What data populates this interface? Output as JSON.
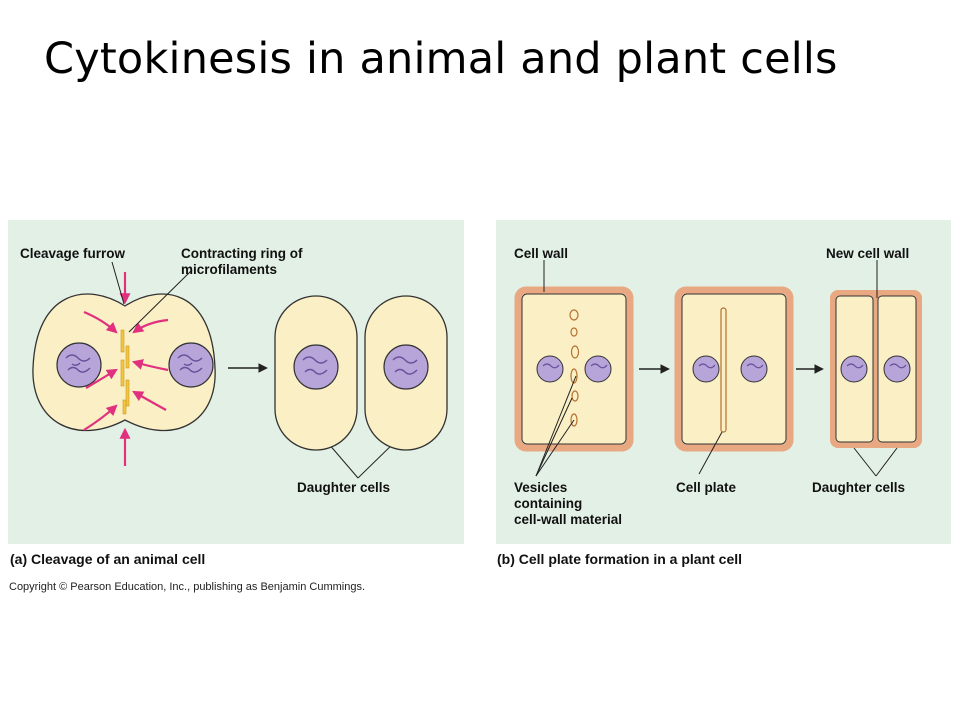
{
  "title": "Cytokinesis in animal and plant cells",
  "panel_a": {
    "label_cleavage_furrow": "Cleavage furrow",
    "label_ring_line1": "Contracting ring of",
    "label_ring_line2": "microfilaments",
    "label_daughter_cells": "Daughter cells",
    "caption": "(a)  Cleavage of an animal cell"
  },
  "panel_b": {
    "label_cell_wall": "Cell wall",
    "label_new_cell_wall": "New cell wall",
    "label_vesicles_line1": "Vesicles",
    "label_vesicles_line2": "containing",
    "label_vesicles_line3": "cell-wall material",
    "label_cell_plate": "Cell plate",
    "label_daughter_cells": "Daughter cells",
    "caption": "(b)  Cell plate formation in a plant cell"
  },
  "copyright": "Copyright © Pearson Education, Inc., publishing as Benjamin Cummings.",
  "colors": {
    "panel_bg": "#e3f0e5",
    "cytoplasm": "#fbefc6",
    "nucleus": "#b7a4d9",
    "cell_wall": "#e8a882",
    "arrows": "#e0307e",
    "microfilament": "#f4c443"
  }
}
